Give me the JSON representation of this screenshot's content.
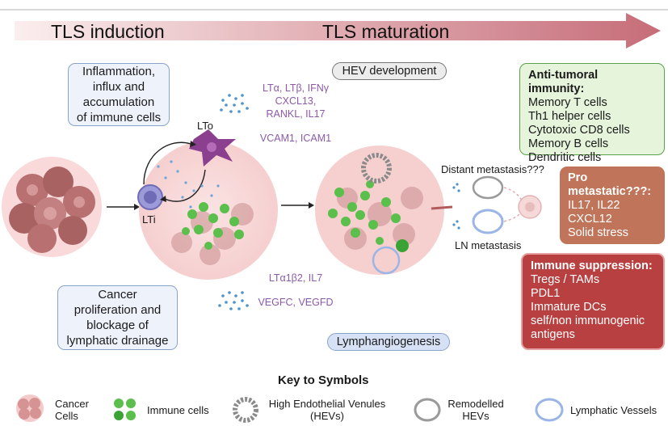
{
  "phases": {
    "induction": "TLS induction",
    "maturation": "TLS maturation"
  },
  "boxes": {
    "inflammation": [
      "Inflammation,",
      "influx and",
      "accumulation",
      "of immune cells"
    ],
    "cancer": [
      "Cancer",
      "proliferation and",
      "blockage of",
      "lymphatic drainage"
    ]
  },
  "pills": {
    "hev": "HEV development",
    "lymph": "Lymphangiogenesis"
  },
  "factors": {
    "top": [
      "LTα, LTβ, IFNγ",
      "CXCL13,",
      "RANKL, IL17"
    ],
    "adhesion": "VCAM1, ICAM1",
    "bottom": "LTα1β2, IL7",
    "growth": "VEGFC, VEGFD"
  },
  "cells": {
    "lto": "LTo",
    "lti": "LTi"
  },
  "metastasis": {
    "distant": "Distant metastasis???",
    "ln": "LN metastasis"
  },
  "side_boxes": {
    "anti": {
      "title": "Anti-tumoral immunity:",
      "items": [
        "Memory T cells",
        "Th1 helper cells",
        "Cytotoxic CD8 cells",
        "Memory B cells",
        "Dendritic cells"
      ]
    },
    "pro": {
      "title": [
        "Pro",
        "metastatic???:"
      ],
      "items": [
        "IL17, IL22",
        "CXCL12",
        "Solid stress"
      ]
    },
    "suppression": {
      "title": "Immune suppression:",
      "items": [
        "Tregs / TAMs",
        "PDL1",
        "Immature DCs",
        "self/non immunogenic",
        "antigens"
      ]
    }
  },
  "key": {
    "title": "Key to Symbols",
    "items": [
      {
        "label": [
          "Cancer",
          "Cells"
        ],
        "icon": "cancer-cells-icon"
      },
      {
        "label": [
          "Immune cells"
        ],
        "icon": "immune-cells-icon"
      },
      {
        "label": [
          "High Endothelial Venules",
          "(HEVs)"
        ],
        "icon": "hev-icon"
      },
      {
        "label": [
          "Remodelled",
          "HEVs"
        ],
        "icon": "remodelled-hev-icon"
      },
      {
        "label": [
          "Lymphatic Vessels"
        ],
        "icon": "lymphatic-vessel-icon"
      }
    ]
  },
  "colors": {
    "arrow_start": "#f3dede",
    "arrow_end": "#c9727e",
    "anti_bg": "#e6f4dc",
    "anti_border": "#5aa34a",
    "pro_bg": "#c0755a",
    "suppression_bg": "#b84040",
    "factor_text": "#8b5aa8",
    "immune_green": "#5bbf4c",
    "hev_gray": "#8a8a8a",
    "lymph_blue": "#9bb6e6"
  }
}
